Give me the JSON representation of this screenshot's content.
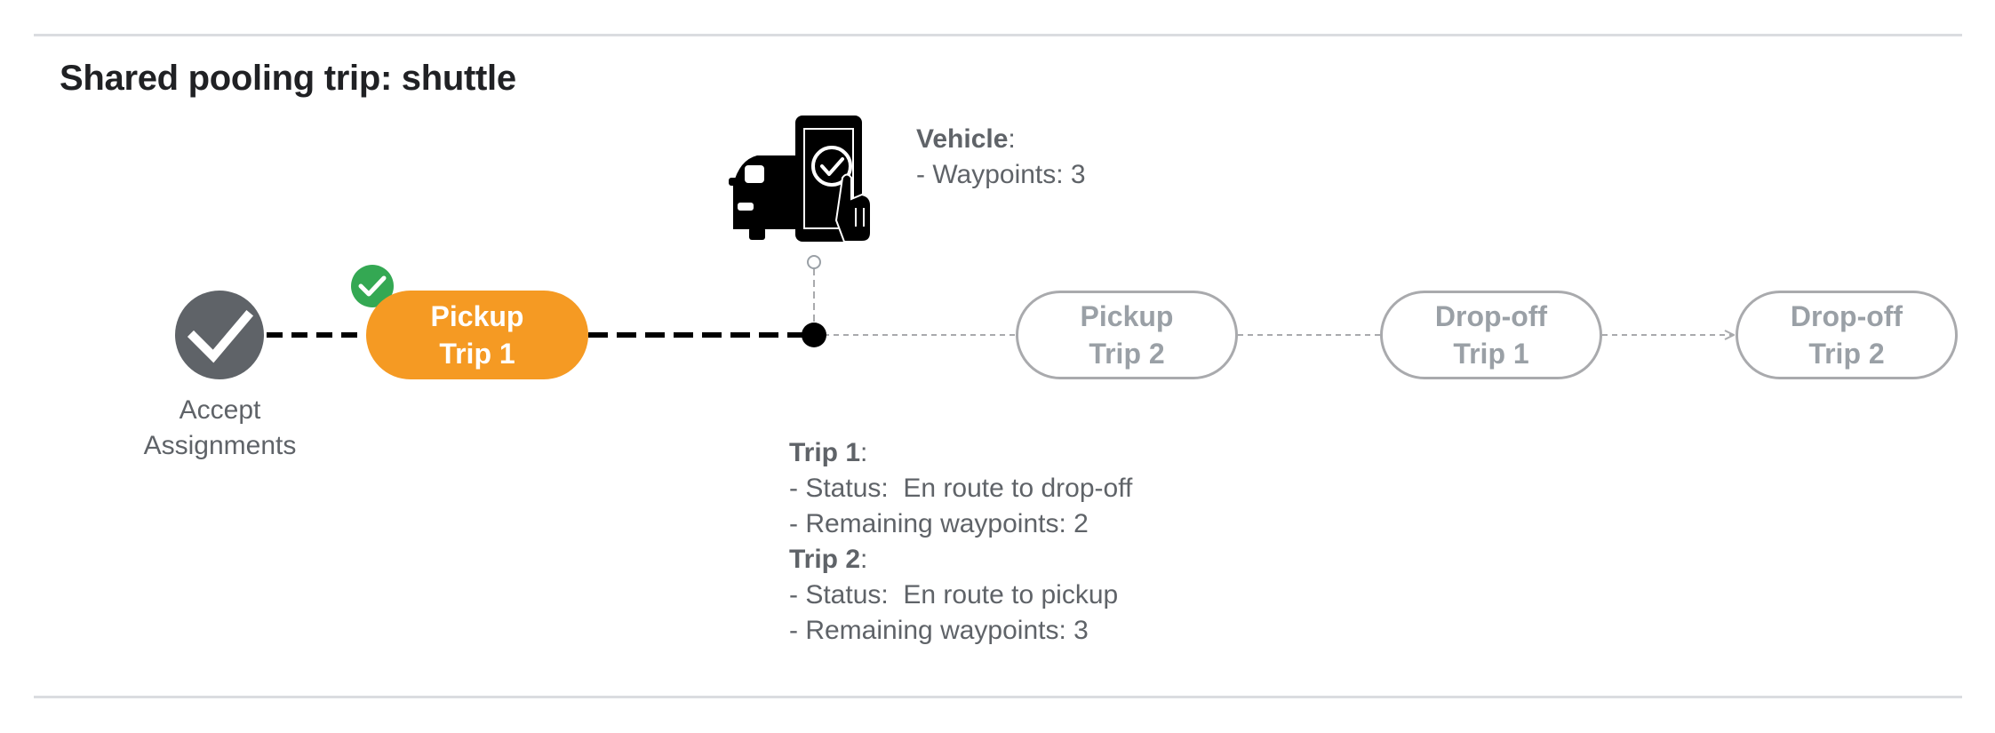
{
  "title": "Shared pooling trip: shuttle",
  "colors": {
    "active": "#f59a23",
    "done": "#5f6368",
    "check_badge": "#34a853",
    "pending_border": "#a9aaad",
    "text": "#5f6368"
  },
  "steps": {
    "accept": {
      "label": "Accept Assignments",
      "icon": "checkmark-icon"
    },
    "pickup_trip1": {
      "line1": "Pickup",
      "line2": "Trip 1",
      "state": "active"
    },
    "pickup_trip2": {
      "line1": "Pickup",
      "line2": "Trip 2",
      "state": "pending"
    },
    "dropoff_trip1": {
      "line1": "Drop-off",
      "line2": "Trip 1",
      "state": "pending"
    },
    "dropoff_trip2": {
      "line1": "Drop-off",
      "line2": "Trip 2",
      "state": "pending"
    }
  },
  "vehicle_icon": "car-phone-checkmark-icon",
  "vehicle": {
    "heading": "Vehicle",
    "sep": ":",
    "waypoints": "- Waypoints: 3"
  },
  "trips": [
    {
      "heading": "Trip 1",
      "sep": ":",
      "status": "- Status:  En route to drop-off",
      "remaining": "- Remaining waypoints: 2"
    },
    {
      "heading": "Trip 2",
      "sep": ":",
      "status": "- Status:  En route to pickup",
      "remaining": "- Remaining waypoints: 3"
    }
  ]
}
